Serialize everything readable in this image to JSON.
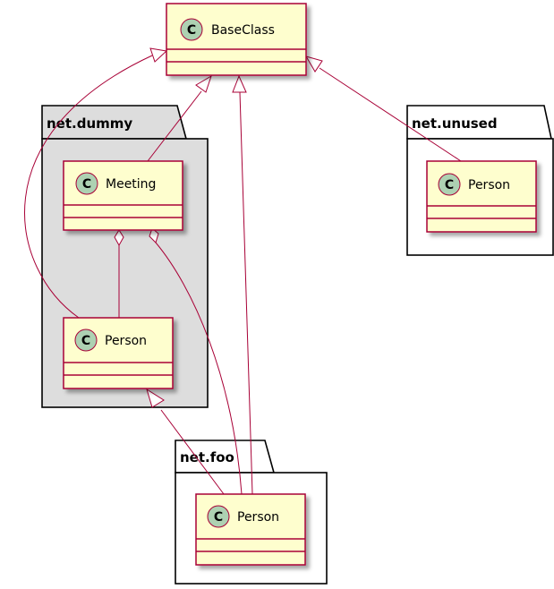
{
  "packages": {
    "dummy": {
      "label": "net.dummy"
    },
    "unused": {
      "label": "net.unused"
    },
    "foo": {
      "label": "net.foo"
    }
  },
  "classes": {
    "base": {
      "name": "BaseClass",
      "stereotype_letter": "C"
    },
    "meeting": {
      "name": "Meeting",
      "stereotype_letter": "C"
    },
    "dummy_person": {
      "name": "Person",
      "stereotype_letter": "C"
    },
    "unused_person": {
      "name": "Person",
      "stereotype_letter": "C"
    },
    "foo_person": {
      "name": "Person",
      "stereotype_letter": "C"
    }
  },
  "colors": {
    "class_fill": "#FEFECE",
    "class_border": "#A80036",
    "stereotype_circle": "#ADD1B2",
    "dummy_package_fill": "#DDDDDD"
  }
}
